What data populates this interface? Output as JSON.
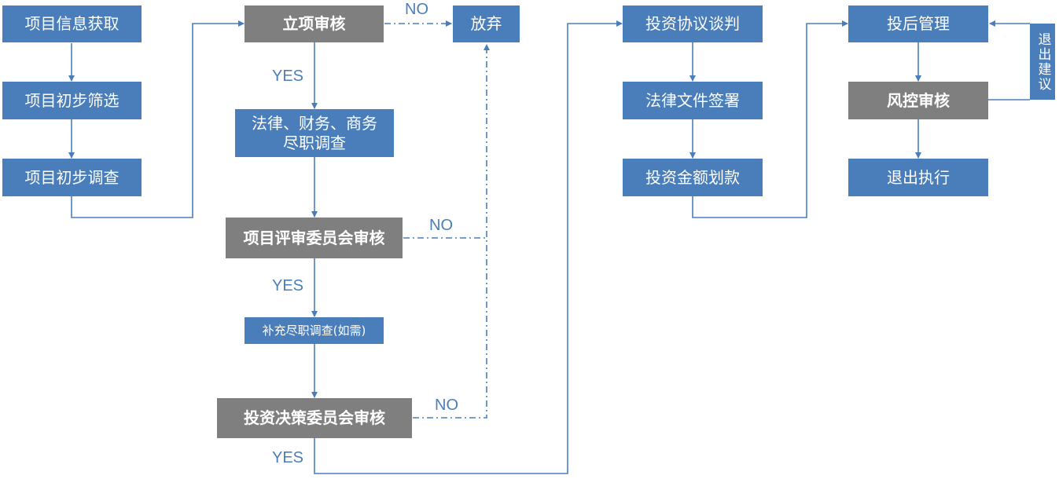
{
  "colors": {
    "process": "#4a7ebb",
    "review": "#7f7f7f",
    "connector": "#4a7ebb",
    "text": "#ffffff"
  },
  "nodes": {
    "info": "项目信息获取",
    "screen": "项目初步筛选",
    "survey": "项目初步调查",
    "approval": "立项审核",
    "abandon": "放弃",
    "due_diligence": "法律、财务、商务\n尽职调查",
    "committee_review": "项目评审委员会审核",
    "supplement": "补充尽职调查(如需)",
    "investment_committee": "投资决策委员会审核",
    "negotiation": "投资协议谈判",
    "legal_docs": "法律文件签署",
    "funding": "投资金额划款",
    "post_mgmt": "投后管理",
    "risk_review": "风控审核",
    "exit_exec": "退出执行",
    "exit_advice": "退出建议"
  },
  "labels": {
    "no_approval": "NO",
    "yes_approval": "YES",
    "no_committee": "NO",
    "yes_committee": "YES",
    "no_investment": "NO",
    "yes_investment": "YES"
  }
}
